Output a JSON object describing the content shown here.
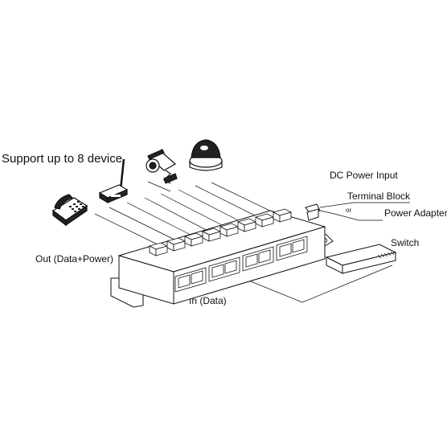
{
  "labels": {
    "support": "Support up to 8 device",
    "dc_power_input": "DC  Power Input",
    "terminal_block": "Terminal Block",
    "or": "or",
    "power_adapter": "Power Adapter",
    "switch": "Switch",
    "out": "Out (Data+Power)",
    "in": "In (Data)"
  },
  "devices": {
    "port_count": 8,
    "icons": [
      "ip-phone-icon",
      "wireless-access-point-icon",
      "bullet-camera-icon",
      "dome-camera-icon"
    ]
  },
  "colors": {
    "line": "#111111",
    "background": "#ffffff"
  }
}
